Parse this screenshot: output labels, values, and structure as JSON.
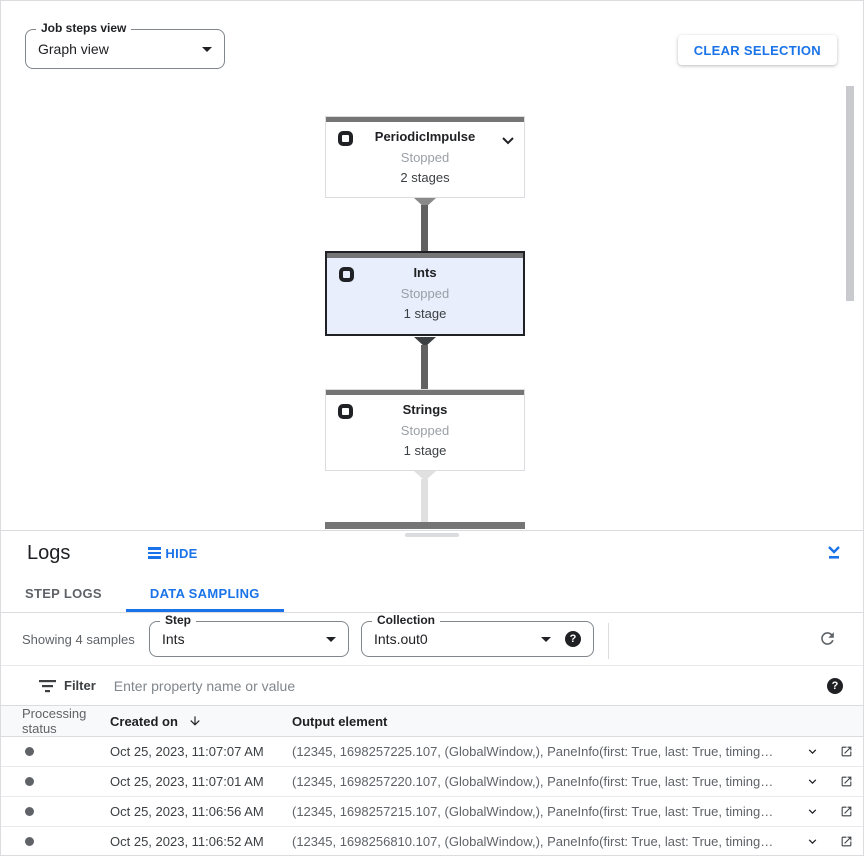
{
  "controls": {
    "steps_view": {
      "label": "Job steps view",
      "value": "Graph view"
    },
    "clear_selection_label": "CLEAR SELECTION"
  },
  "graph": {
    "nodes": [
      {
        "name": "PeriodicImpulse",
        "status": "Stopped",
        "stages": "2 stages",
        "selected": false,
        "expandable": true
      },
      {
        "name": "Ints",
        "status": "Stopped",
        "stages": "1 stage",
        "selected": true,
        "expandable": false
      },
      {
        "name": "Strings",
        "status": "Stopped",
        "stages": "1 stage",
        "selected": false,
        "expandable": false
      }
    ]
  },
  "logs": {
    "title": "Logs",
    "hide_label": "HIDE",
    "tabs": [
      {
        "label": "STEP LOGS",
        "active": false
      },
      {
        "label": "DATA SAMPLING",
        "active": true
      }
    ],
    "toolbar": {
      "showing_text": "Showing 4 samples",
      "step": {
        "label": "Step",
        "value": "Ints"
      },
      "collection": {
        "label": "Collection",
        "value": "Ints.out0"
      },
      "help_glyph": "?"
    },
    "filter": {
      "label": "Filter",
      "placeholder": "Enter property name or value",
      "help_glyph": "?"
    },
    "table": {
      "columns": {
        "status": "Processing status",
        "created": "Created on",
        "output": "Output element"
      },
      "rows": [
        {
          "created": "Oct 25, 2023, 11:07:07 AM",
          "output": "(12345, 1698257225.107, (GlobalWindow,), PaneInfo(first: True, last: True, timing…"
        },
        {
          "created": "Oct 25, 2023, 11:07:01 AM",
          "output": "(12345, 1698257220.107, (GlobalWindow,), PaneInfo(first: True, last: True, timing…"
        },
        {
          "created": "Oct 25, 2023, 11:06:56 AM",
          "output": "(12345, 1698257215.107, (GlobalWindow,), PaneInfo(first: True, last: True, timing…"
        },
        {
          "created": "Oct 25, 2023, 11:06:52 AM",
          "output": "(12345, 1698256810.107, (GlobalWindow,), PaneInfo(first: True, last: True, timing…"
        }
      ]
    }
  },
  "colors": {
    "accent_blue": "#1a73e8",
    "selected_node_bg": "#e8eefb",
    "node_topbar": "#757575",
    "edge_dark": "#616161",
    "edge_light": "#e0e0e0",
    "text_primary": "#202124",
    "text_secondary": "#5f6368"
  }
}
